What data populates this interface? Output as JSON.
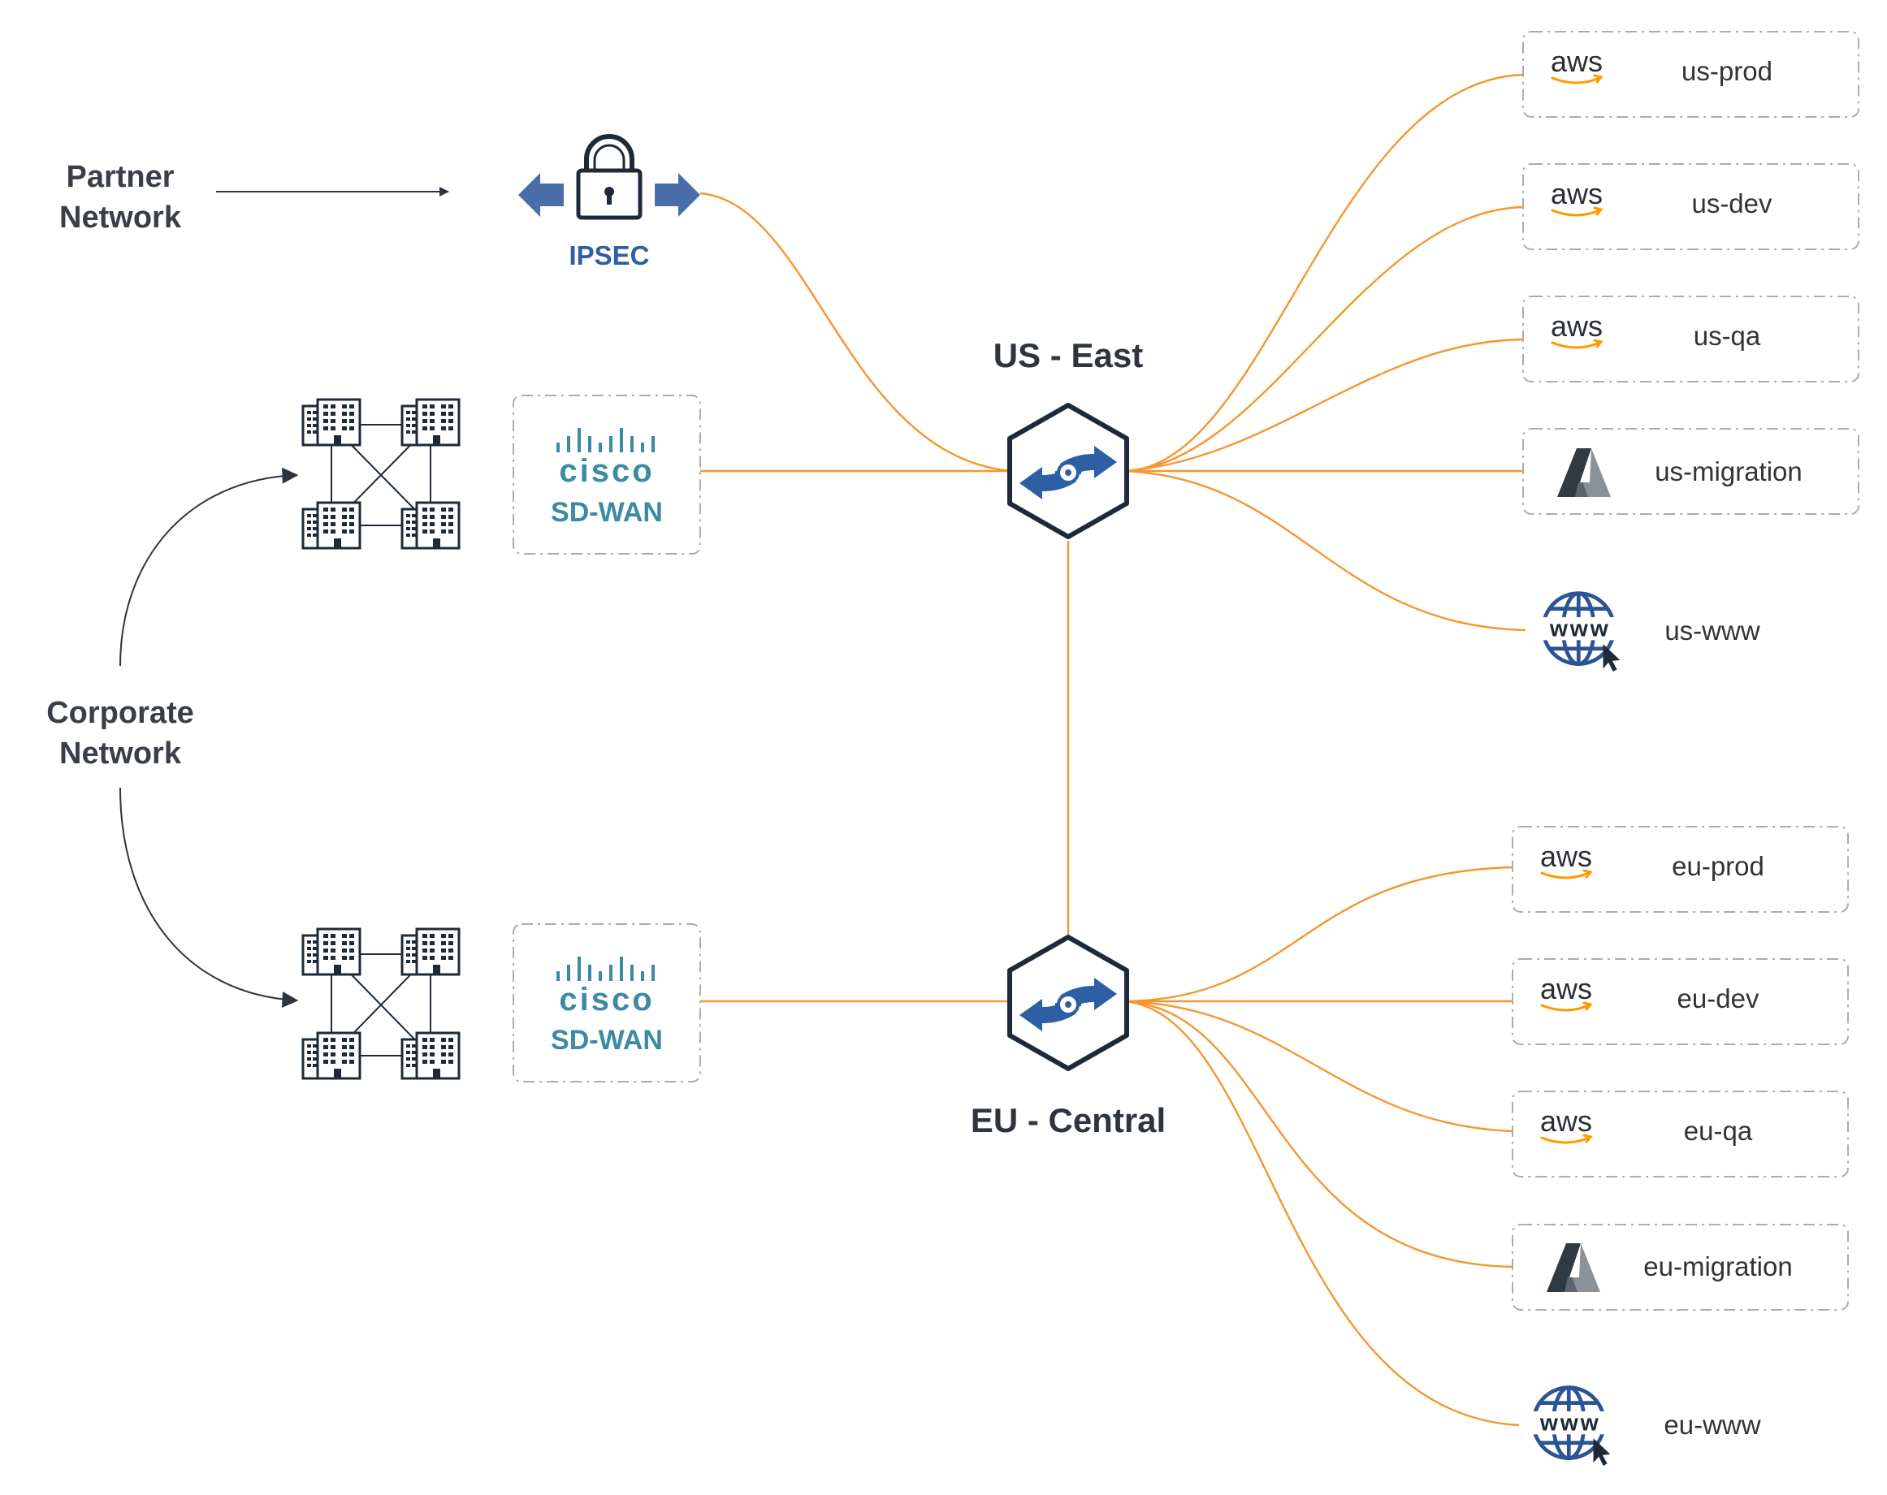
{
  "left_labels": {
    "partner": [
      "Partner",
      "Network"
    ],
    "corporate": [
      "Corporate",
      "Network"
    ]
  },
  "ipsec": {
    "label": "IPSEC"
  },
  "sdwan": {
    "brand": "cisco",
    "label": "SD-WAN"
  },
  "regions": {
    "us": {
      "label": "US - East"
    },
    "eu": {
      "label": "EU - Central"
    }
  },
  "us_targets": [
    {
      "provider": "aws",
      "name": "us-prod"
    },
    {
      "provider": "aws",
      "name": "us-dev"
    },
    {
      "provider": "aws",
      "name": "us-qa"
    },
    {
      "provider": "azure",
      "name": "us-migration"
    },
    {
      "provider": "www",
      "name": "us-www"
    }
  ],
  "eu_targets": [
    {
      "provider": "aws",
      "name": "eu-prod"
    },
    {
      "provider": "aws",
      "name": "eu-dev"
    },
    {
      "provider": "aws",
      "name": "eu-qa"
    },
    {
      "provider": "azure",
      "name": "eu-migration"
    },
    {
      "provider": "www",
      "name": "eu-www"
    }
  ],
  "colors": {
    "connector": "#f5962f",
    "hub_arrow": "#2c5fa3",
    "ipsec_arrow": "#4a6ea9",
    "cisco": "#3d8aa3",
    "dark": "#1e2a38"
  },
  "icons": {
    "lock": "padlock-icon",
    "hub": "transit-hub-icon",
    "building": "office-building-icon",
    "aws": "aws-logo",
    "azure": "azure-logo",
    "www": "globe-www-icon"
  }
}
